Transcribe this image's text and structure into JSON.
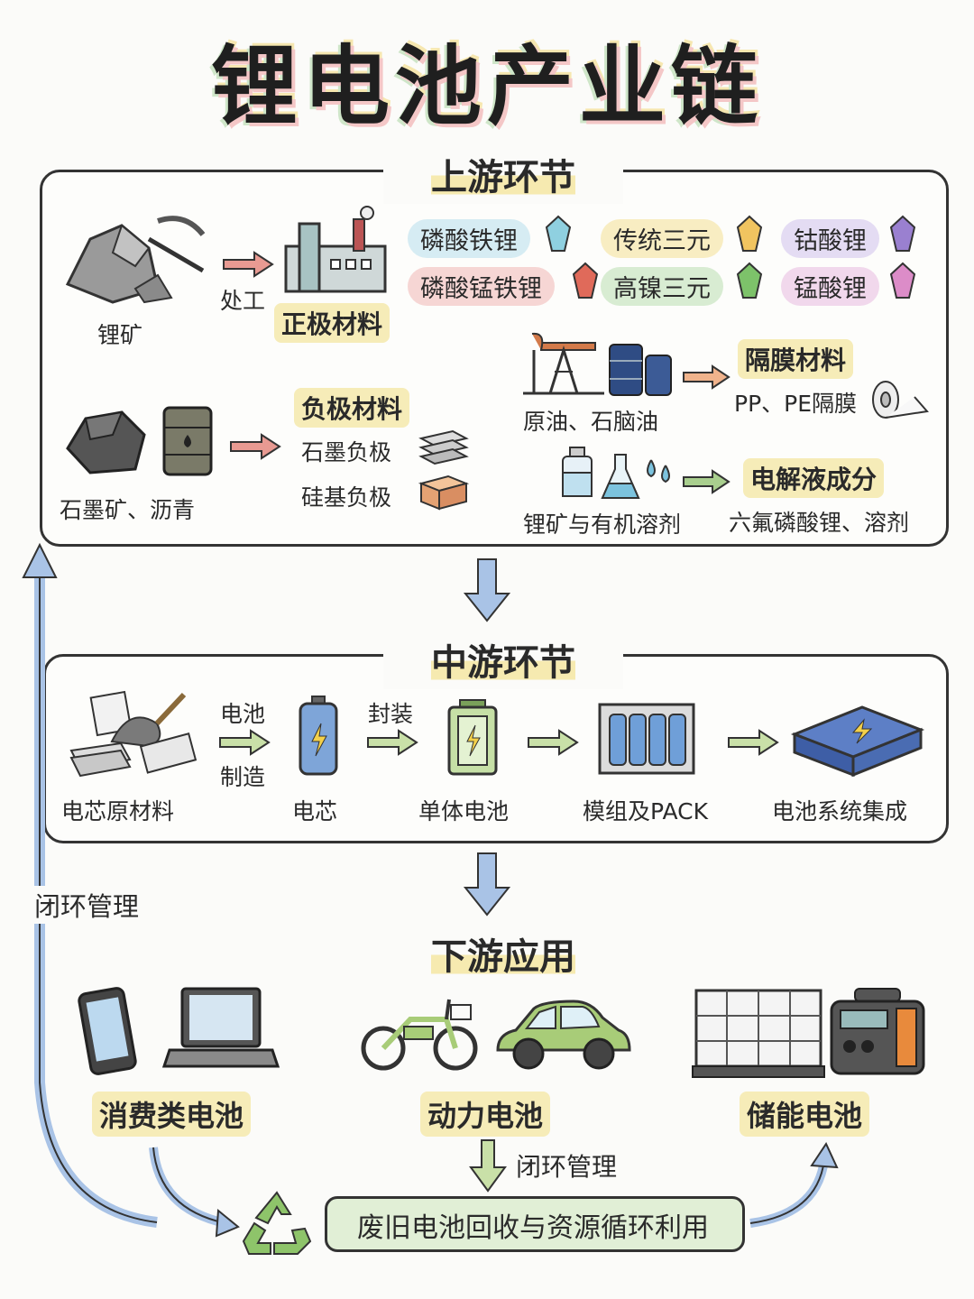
{
  "title": "锂电池产业链",
  "upstream": {
    "title": "上游环节",
    "lithium_ore": "锂矿",
    "process": "处工",
    "cathode": "正极材料",
    "cathode_types": [
      "磷酸铁锂",
      "传统三元",
      "钴酸锂",
      "磷酸锰铁锂",
      "高镍三元",
      "锰酸锂"
    ],
    "graphite": "石墨矿、沥青",
    "anode": "负极材料",
    "anode_types": [
      "石墨负极",
      "硅基负极"
    ],
    "crude": "原油、石脑油",
    "separator": "隔膜材料",
    "separator_types": "PP、PE隔膜",
    "solvent_src": "锂矿与有机溶剂",
    "electrolyte": "电解液成分",
    "electrolyte_types": "六氟磷酸锂、溶剂"
  },
  "midstream": {
    "title": "中游环节",
    "raw": "电芯原材料",
    "step1_a": "电池",
    "step1_b": "制造",
    "cell": "电芯",
    "step2": "封装",
    "single": "单体电池",
    "module": "模组及PACK",
    "system": "电池系统集成"
  },
  "downstream": {
    "title": "下游应用",
    "consumer": "消费类电池",
    "power": "动力电池",
    "storage": "储能电池",
    "loop": "闭环管理",
    "recycle": "废旧电池回收与资源循环利用"
  },
  "side_loop": "闭环管理",
  "colors": {
    "arrow_red": "#e89a92",
    "arrow_green": "#a9cf8e",
    "arrow_blue": "#a9c3e6"
  }
}
